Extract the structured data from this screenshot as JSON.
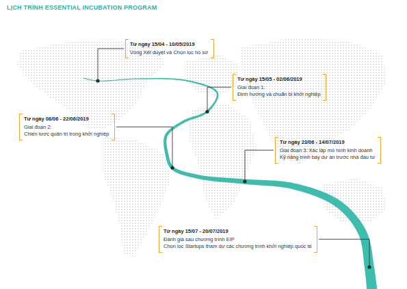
{
  "diagram": {
    "title": "LỊCH TRÌNH ESSENTIAL INCUBATION PROGRAM",
    "nodes": [
      {
        "text": [
          "Từ ngày 15/04 - 10/05/2019",
          "Vòng Xét duyệt và Chọn lọc hồ sơ"
        ]
      },
      {
        "text": [
          "Từ ngày 15/05 - 02/06/2019",
          "Giai đoạn 1:",
          "Định hướng và chuẩn bị khởi nghiệp"
        ]
      },
      {
        "text": [
          "Từ ngày 08/06 - 22/06/2019",
          "Giai đoạn 2:",
          "Chiến lược quản trị trong khởi nghiệp"
        ]
      },
      {
        "text": [
          "Từ ngày 23/06 - 14/07/2019",
          "Giai đoạn 3: Xác lập mô hình kinh doanh",
          "Kỹ năng trình bày dự án trước nhà đầu tư"
        ]
      },
      {
        "text": [
          "Từ ngày 15/07 - 20/07/2019",
          "Đánh giá sau chương trình EIP",
          "Chọn lọc Startups tham dự các chương trình khởi nghiệp quốc tế"
        ]
      }
    ]
  }
}
